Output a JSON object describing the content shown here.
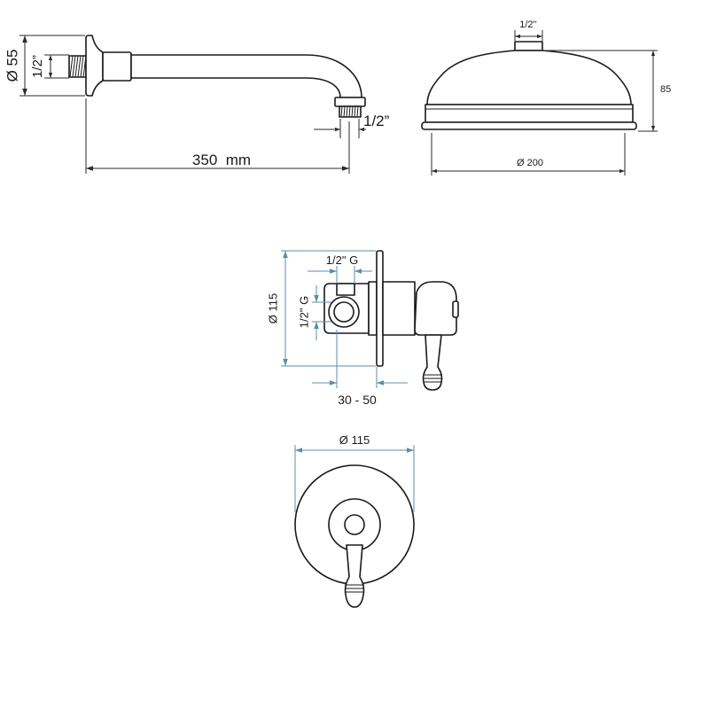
{
  "colors": {
    "background": "#ffffff",
    "outline": "#1a1a1a",
    "dimension_top": "#2a2a2a",
    "dimension": "#5b8ca8",
    "text": "#1a1a1a"
  },
  "shower_arm": {
    "flange_diameter": "Ø 55",
    "inlet_thread": "1/2”",
    "length": "350  mm",
    "outlet_thread": "1/2”"
  },
  "shower_head": {
    "inlet_thread": "1/2''",
    "height": "85",
    "diameter": "Ø 200"
  },
  "mixer_side_view": {
    "plate_diameter": "Ø 115",
    "top_connection": "1/2\" G",
    "side_connection": "1/2\" G",
    "installation_depth": "30 - 50"
  },
  "mixer_front_view": {
    "plate_diameter": "Ø 115"
  }
}
